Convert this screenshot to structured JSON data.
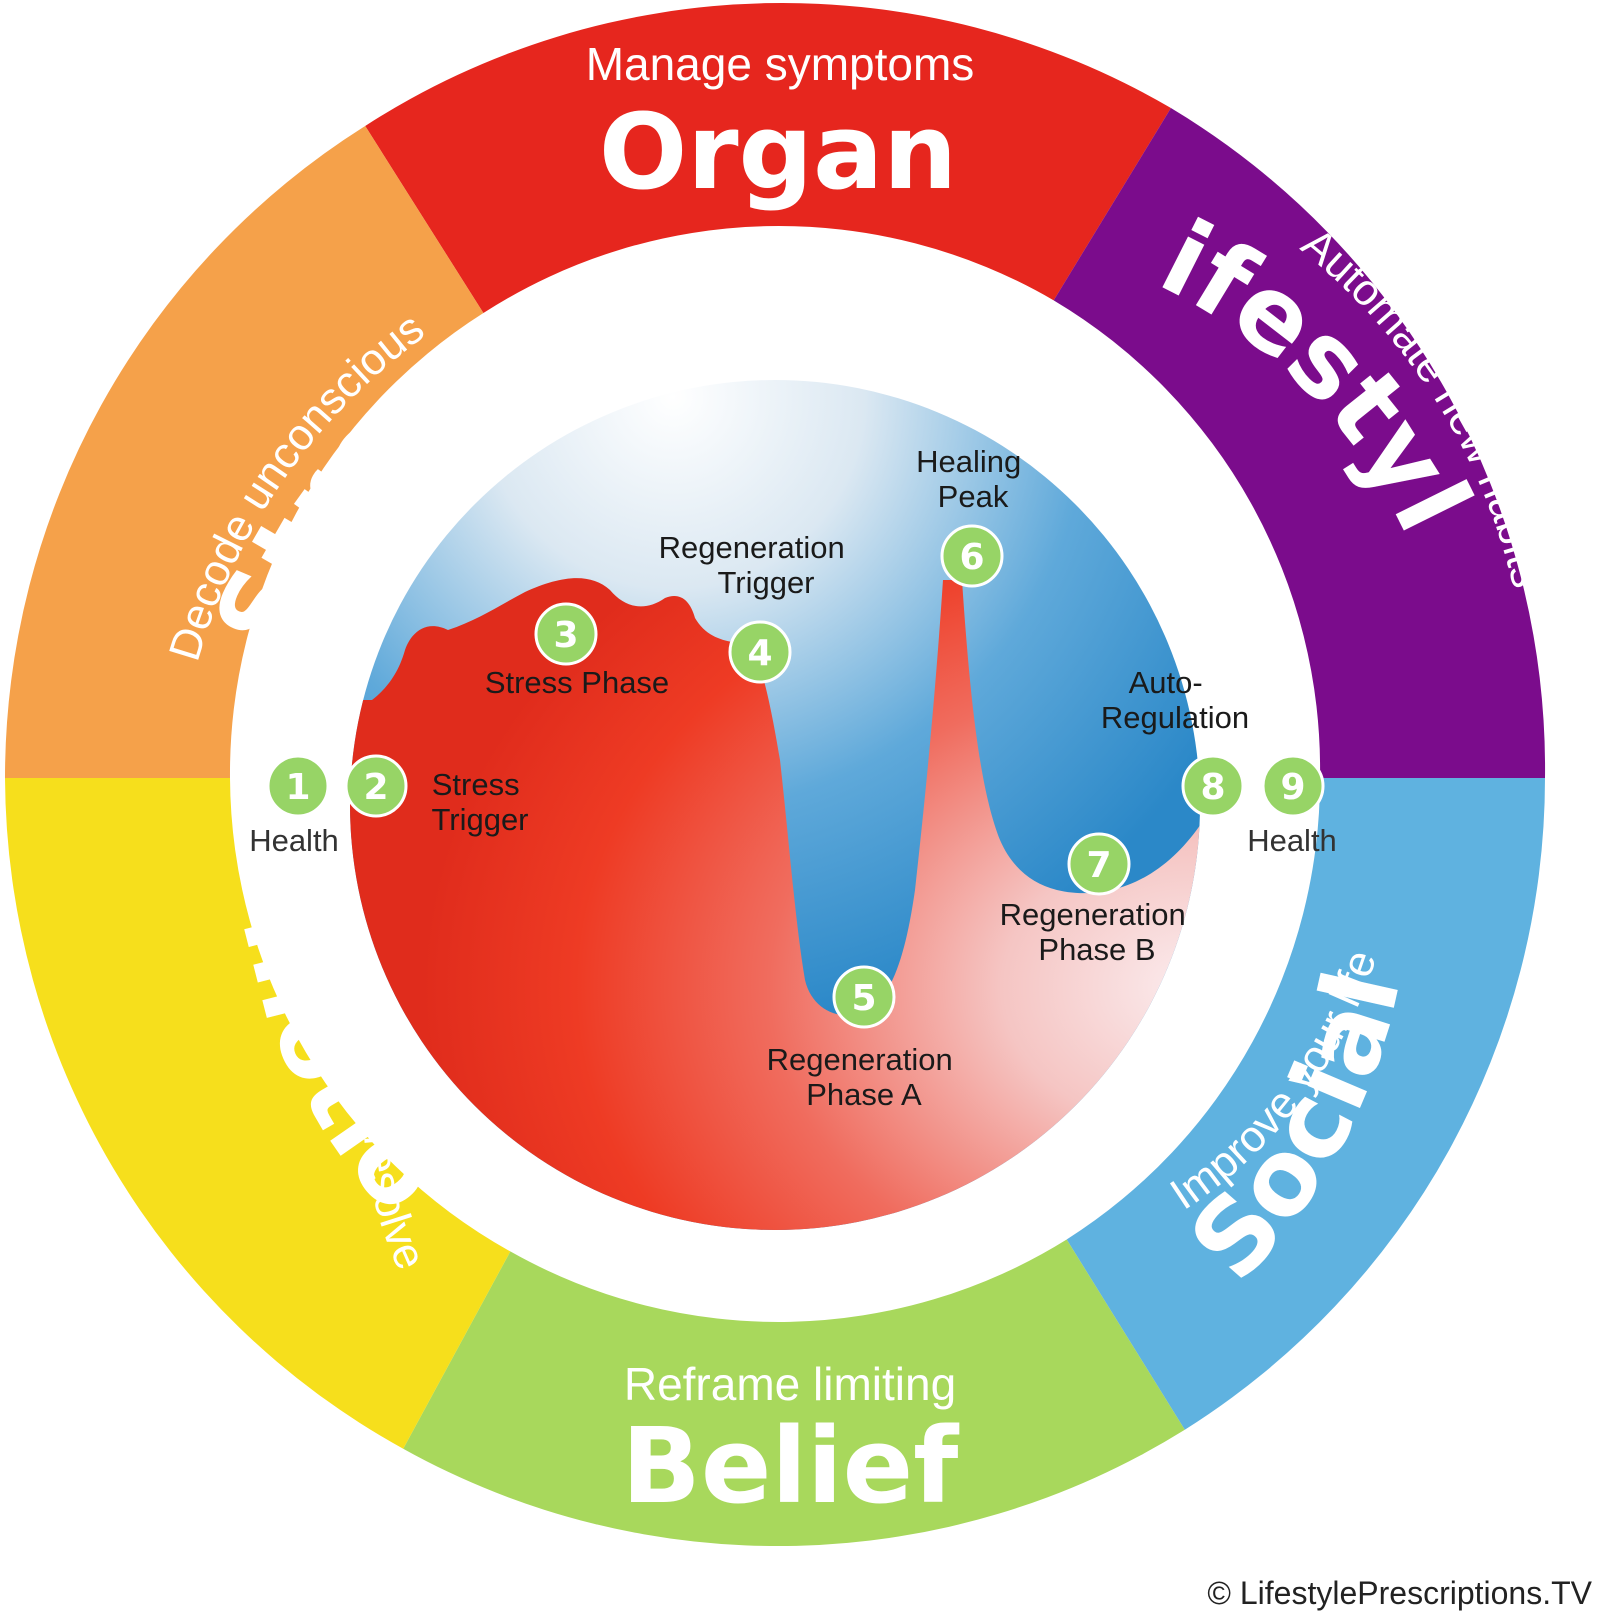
{
  "colors": {
    "organ": "#e6261e",
    "lifestyle": "#7b0c8c",
    "social": "#5fb2e0",
    "belief": "#a8d85c",
    "emotion": "#f6df1c",
    "stress": "#f5a14a",
    "stress_curve": "#e23520",
    "regeneration_curve": "#2b88c8",
    "badge": "#97d466"
  },
  "segments": {
    "organ": {
      "subtitle": "Manage symptoms",
      "title": "Organ"
    },
    "lifestyle": {
      "subtitle": "Automate new habits",
      "title": "Lifestyle"
    },
    "social": {
      "subtitle": "Improve your life",
      "title": "Social"
    },
    "belief": {
      "subtitle": "Reframe limiting",
      "title": "Belief"
    },
    "emotion": {
      "subtitle": "Release unresolved",
      "title": "Emotion"
    },
    "stress": {
      "subtitle": "Decode unconscious",
      "title": "Stress"
    }
  },
  "steps": [
    {
      "number": "1",
      "label": [
        "Health"
      ]
    },
    {
      "number": "2",
      "label": [
        "Stress",
        "Trigger"
      ]
    },
    {
      "number": "3",
      "label": [
        "Stress Phase"
      ]
    },
    {
      "number": "4",
      "label": [
        "Regeneration",
        "Trigger"
      ]
    },
    {
      "number": "5",
      "label": [
        "Regeneration",
        "Phase A"
      ]
    },
    {
      "number": "6",
      "label": [
        "Healing",
        "Peak"
      ]
    },
    {
      "number": "7",
      "label": [
        "Regeneration",
        "Phase B"
      ]
    },
    {
      "number": "8",
      "label": [
        "Auto-",
        "Regulation"
      ]
    },
    {
      "number": "9",
      "label": [
        "Health"
      ]
    }
  ],
  "credit": "© LifestylePrescriptions.TV"
}
